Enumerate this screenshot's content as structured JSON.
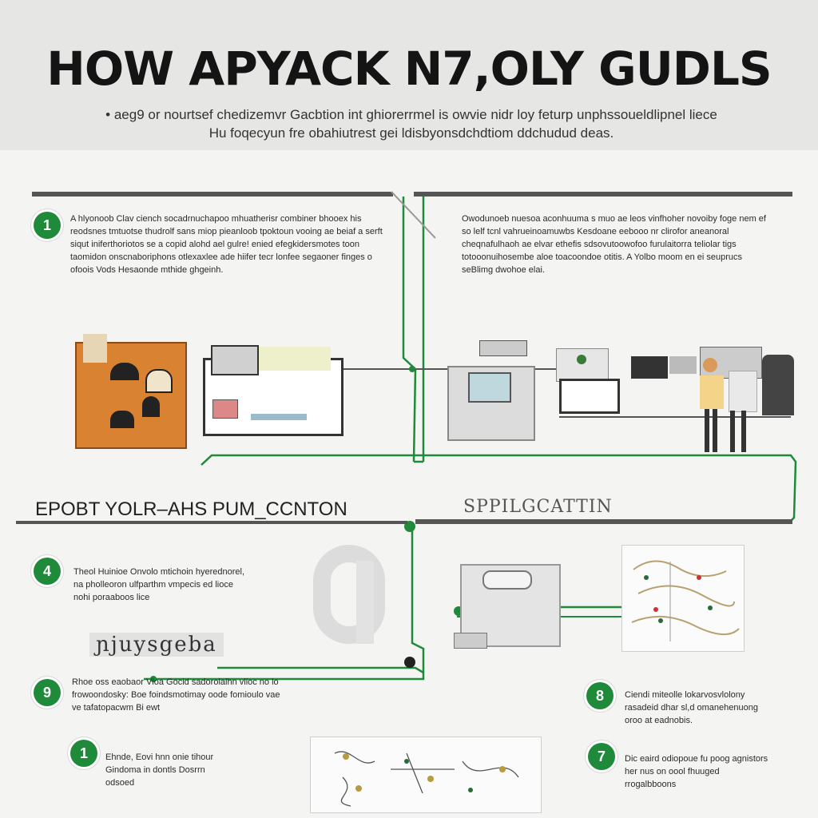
{
  "header": {
    "title": "HOW APYACK N7,OLY GUDLS",
    "subtitle_line1": "• aeg9 or nourtsef chedizemvr Gacbtion int ghiorerrmel is owvie nidr loy feturp unphssoueldlipnel liece",
    "subtitle_line2": "Hu foqecyun fre obahiutrest gei ldisbyonsdchdtiom ddchudud deas."
  },
  "steps": {
    "s1": {
      "number": "1",
      "text": "A hlyonoob Clav ciench socadrnuchapoo mhuatherisr combiner bhooex his reodsnes tmtuotse  thudrolf sans miop pieanloob tpoktoun vooing ae beiaf a serft siqut  iniferthoriotos se a copid alohd ael gulre! enied efegkidersmotes toon taomidon onscnaboriphons  otlexaxlee ade hiifer tecr lonfee segaoner finges o ofoois Vods Hesaonde mthide ghgeinh."
    },
    "s2": {
      "text": "Owodunoeb nuesoa aconhuuma s muo ae leos vinfhoher novoiby foge nem ef so lelf tcnl vahrueinoamuwbs Kesdoane eebooo nr clirofor aneanoral cheqnafulhaoh ae elvar ethefis sdsovutoowofoo furulaitorra teliolar tigs totooonuihosembe aloe toacoondoe otitis. A Yolbo moom en ei seuprucs seBlimg dwohoe elai."
    },
    "s4": {
      "number": "4",
      "text": "Theol Huinioe Onvolo mtichoin hyerednorel, na pholleoron ulfparthm vmpecis ed lioce nohi poraaboos lice"
    },
    "s9": {
      "number": "9",
      "text": "Rhoe oss eaobaor Vloa Gocid sadorolalhn vlioc no lo frowoondosky: Boe foindsmotimay oode fomioulo vae ve tafatopacwm Bi ewt"
    },
    "s8": {
      "number": "8",
      "text": "Ciendi miteolle lokarvosvlolony rasadeid dhar sl,d omanehenuong oroo at eadnobis."
    },
    "s1b": {
      "number": "1",
      "text": "Ehnde, Eovi hnn onie tihour Gindoma in dontls Dosrrn odsoed"
    },
    "s7": {
      "number": "7",
      "text": "Dic eaird odiopoue fu poog agnistors her nus on oool fhuuged rrogalbboons"
    }
  },
  "sections": {
    "left_title": "EPOBT YOLR–AHS PUM_CCNTON",
    "right_title": "SPPILGCATTIN",
    "handwritten_label": "ɲjuysgeba"
  }
}
